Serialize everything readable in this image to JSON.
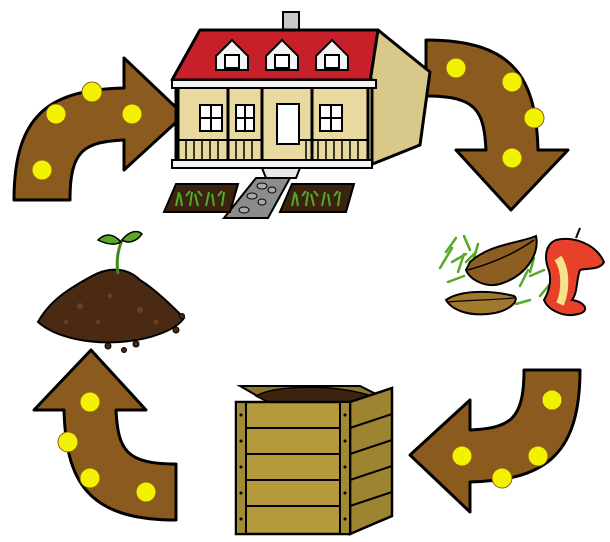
{
  "cycle": {
    "stages": [
      {
        "id": "house",
        "icon": "house-with-garden-icon"
      },
      {
        "id": "scraps",
        "icon": "food-scraps-icon"
      },
      {
        "id": "bin",
        "icon": "compost-bin-icon"
      },
      {
        "id": "soil",
        "icon": "soil-with-seedling-icon"
      }
    ],
    "arrows": [
      {
        "id": "soil-to-house",
        "icon": "curved-arrow-icon",
        "dots": 4
      },
      {
        "id": "house-to-scraps",
        "icon": "curved-arrow-icon",
        "dots": 4
      },
      {
        "id": "scraps-to-bin",
        "icon": "curved-arrow-icon",
        "dots": 4
      },
      {
        "id": "bin-to-soil",
        "icon": "curved-arrow-icon",
        "dots": 4
      }
    ]
  },
  "colors": {
    "arrow_fill": "#8B5A1E",
    "arrow_dot": "#F2F200",
    "roof": "#C8202A",
    "house_wall": "#E8D9A0",
    "soil": "#4A2A12",
    "sprout": "#58A828",
    "wood": "#B49A3A",
    "apple": "#E8412A",
    "leaf_brown": "#A0782E",
    "outline": "#000000"
  }
}
